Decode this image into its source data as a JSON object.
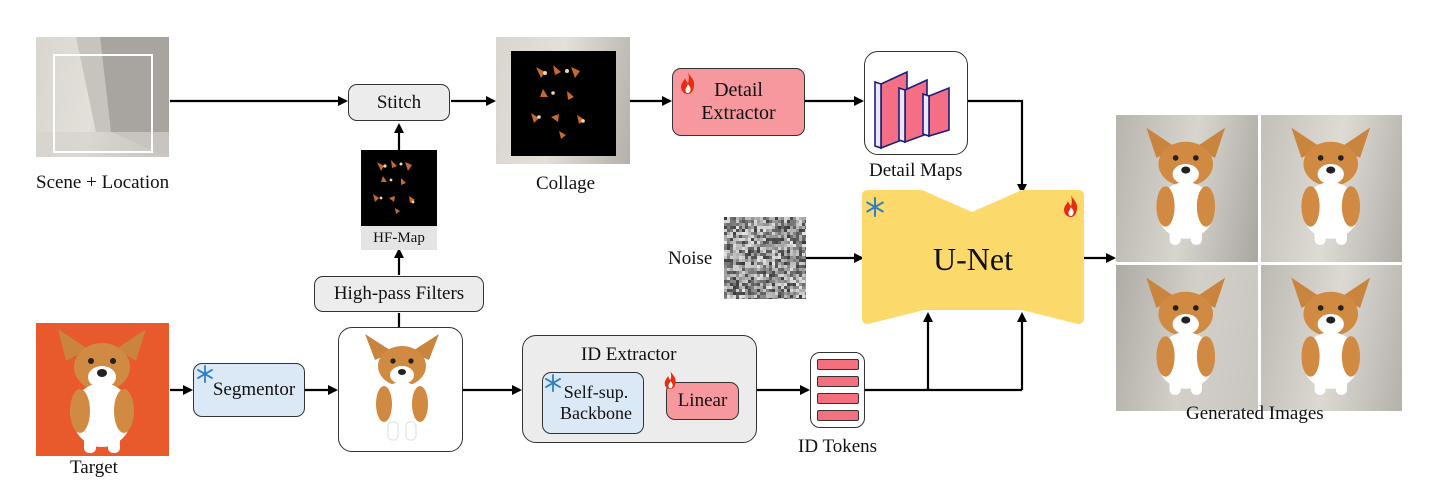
{
  "labels": {
    "scene": "Scene + Location",
    "collage": "Collage",
    "detail_maps": "Detail Maps",
    "noise": "Noise",
    "target": "Target",
    "hf_map": "HF-Map",
    "id_tokens": "ID Tokens",
    "generated": "Generated Images"
  },
  "blocks": {
    "stitch": "Stitch",
    "highpass": "High-pass Filters",
    "segmentor": "Segmentor",
    "detail_extractor": "Detail\nExtractor",
    "id_extractor_title": "ID Extractor",
    "backbone": "Self-sup.\nBackbone",
    "linear": "Linear",
    "unet": "U-Net"
  },
  "icons": {
    "frozen": "snowflake-icon",
    "trainable": "fire-icon"
  },
  "colors": {
    "unet": "#fcd96b",
    "trainable_block": "#f6989e",
    "frozen_block": "#dbe8f6",
    "neutral_block": "#ececec",
    "target_bg": "#e8592b"
  }
}
